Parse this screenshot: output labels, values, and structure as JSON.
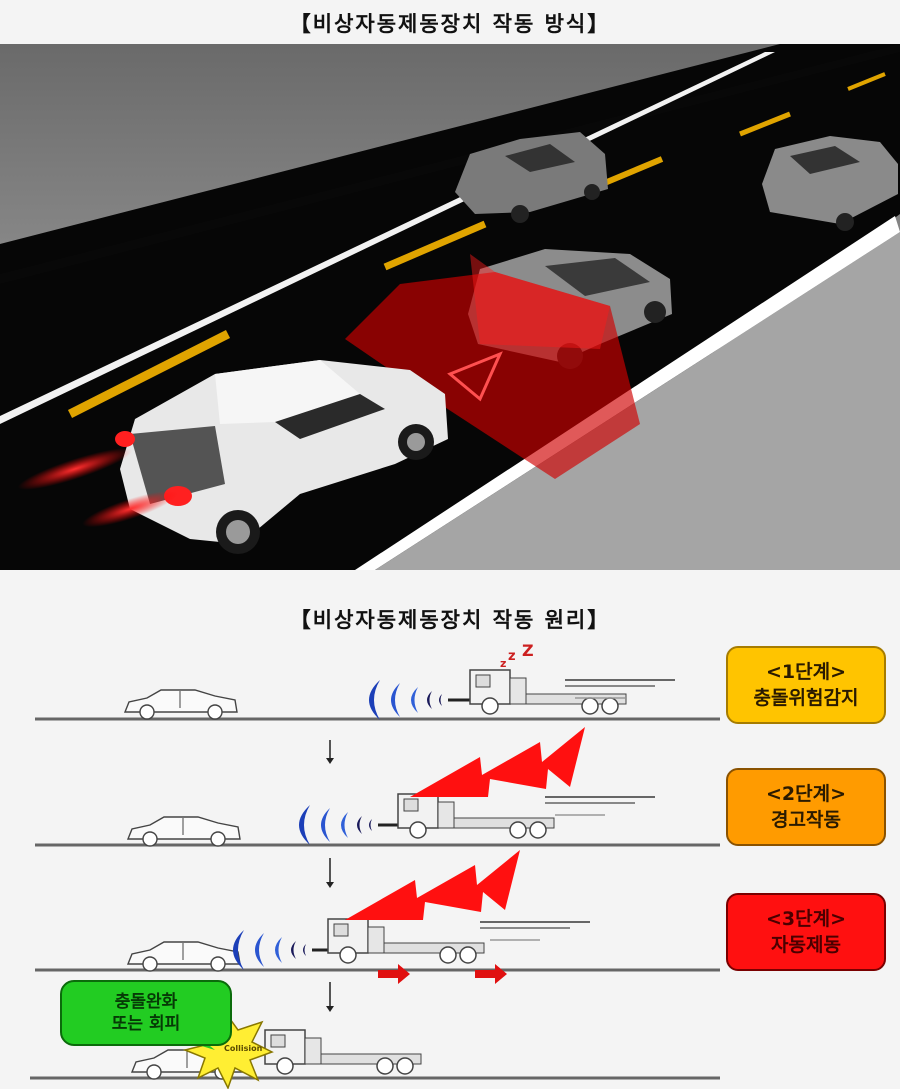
{
  "titles": {
    "top": "【비상자동제동장치 작동 방식】",
    "bottom": "【비상자동제동장치 작동 원리】"
  },
  "photo": {
    "description": "3D render: white SUV on dark road emits red radar beam toward grey sedan ahead; two more grey sedans further ahead",
    "colors": {
      "road": "#050505",
      "shoulder": "#9a9a9a",
      "lane_yellow": "#e0a400",
      "lane_white": "#ffffff",
      "radar": "#d00000"
    }
  },
  "stages": [
    {
      "id": "stage1",
      "label": "<1단계>",
      "desc": "충돌위험감지",
      "color": "#ffc400"
    },
    {
      "id": "stage2",
      "label": "<2단계>",
      "desc": "경고작동",
      "color": "#ff9b00"
    },
    {
      "id": "stage3",
      "label": "<3단계>",
      "desc": "자동제동",
      "color": "#ff1010"
    }
  ],
  "outcome": {
    "line1": "충돌완화",
    "line2": "또는 회피",
    "color": "#22cc22",
    "collision_label": "Collision"
  },
  "diagram_rows": [
    {
      "row": 1,
      "truck_state": "driver sleeping (zzz), radar sensing car ahead"
    },
    {
      "row": 2,
      "truck_state": "red warning bolt, radar sensing"
    },
    {
      "row": 3,
      "truck_state": "red warning bolt, red brake arrows under wheels"
    },
    {
      "row": 4,
      "truck_state": "collision starburst with car"
    }
  ],
  "sleep_marks": "z z Z"
}
